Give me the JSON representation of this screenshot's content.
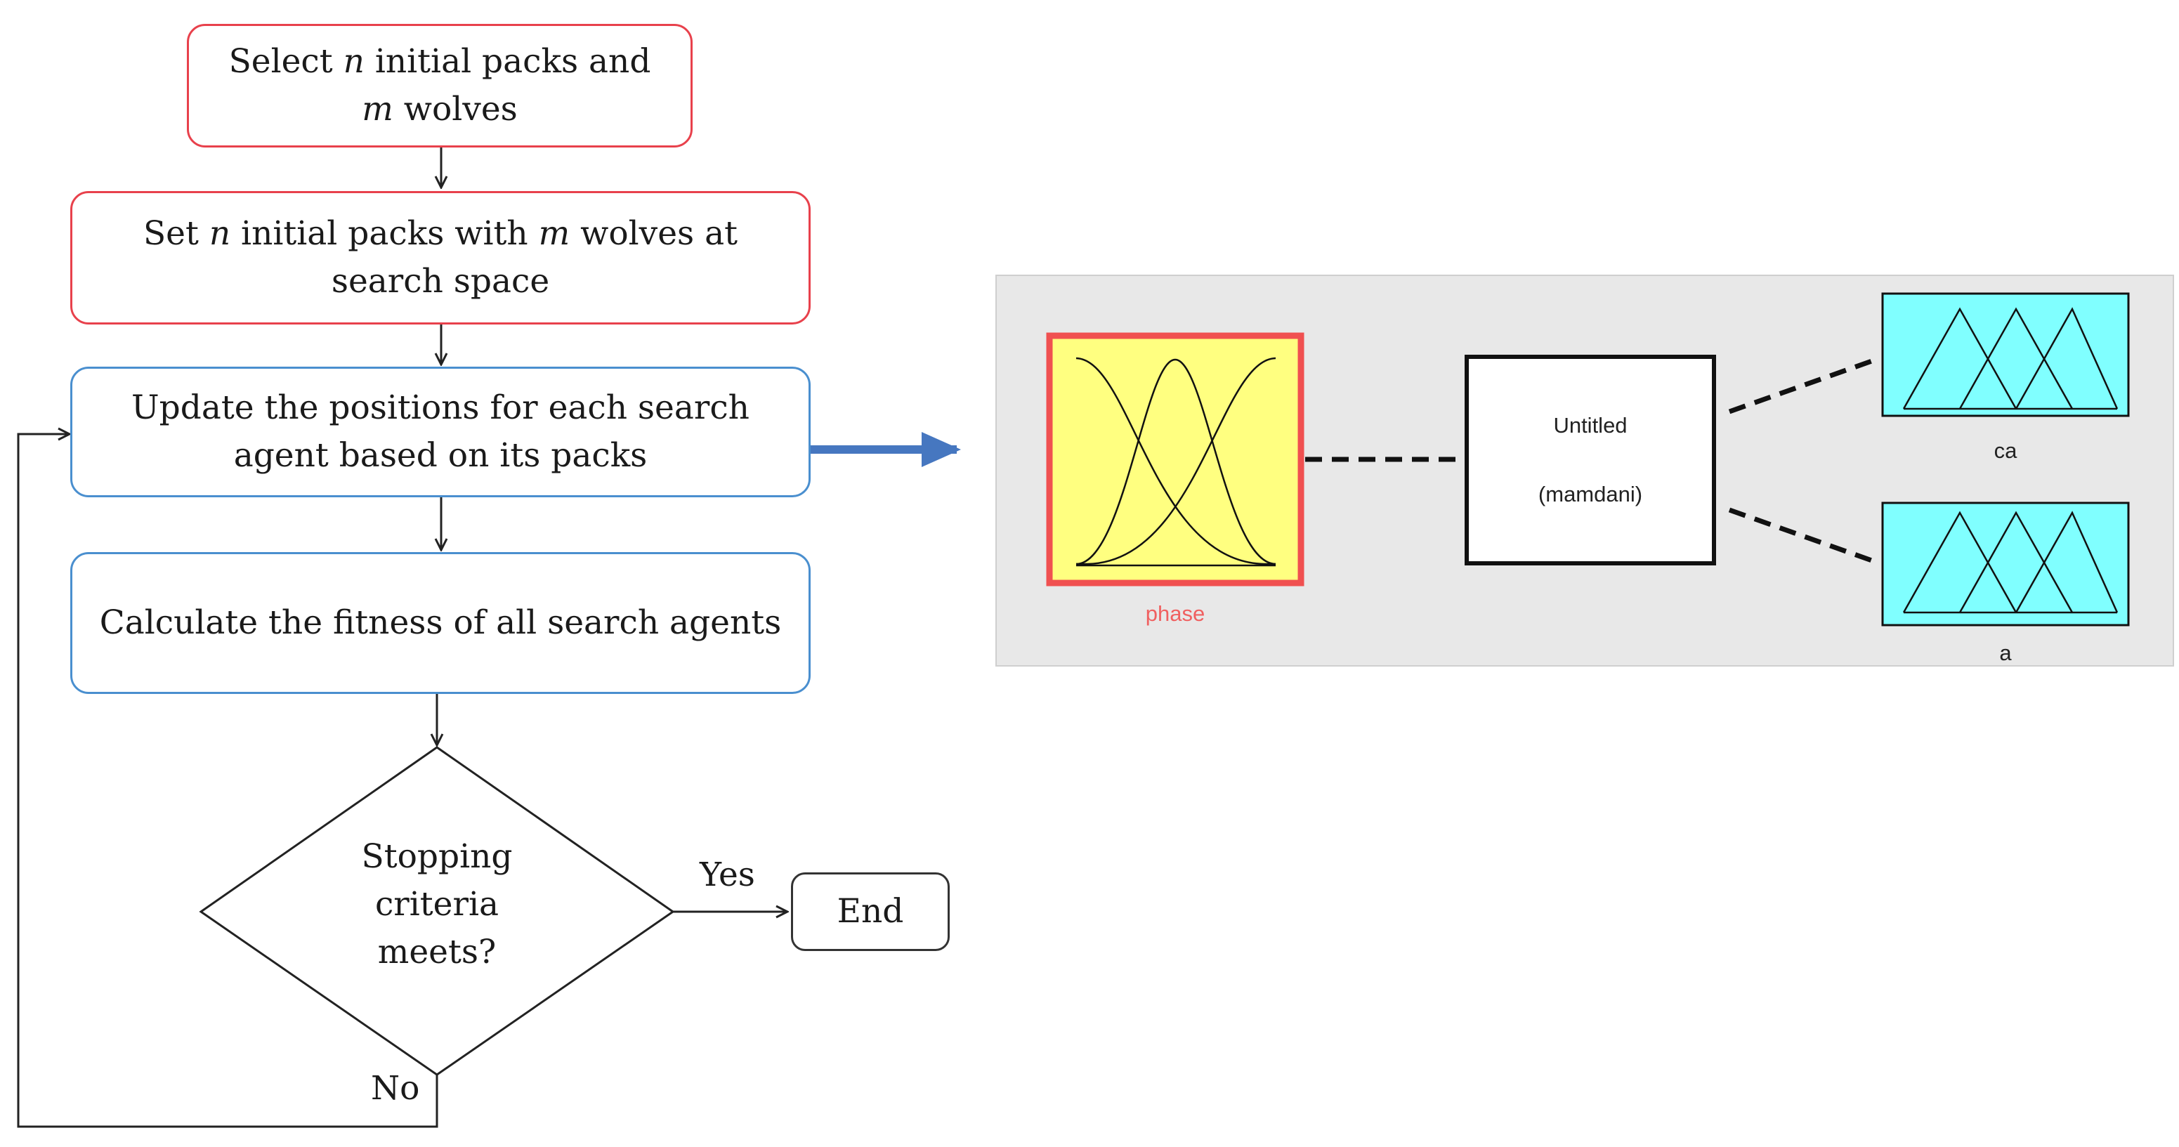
{
  "flowchart": {
    "step1": {
      "line1": "Select n initial packs and",
      "line2": "m wolves"
    },
    "step2": {
      "line1": "Set n initial packs with m wolves at",
      "line2": "search space"
    },
    "step3": {
      "line1": "Update the positions for each search",
      "line2": "agent based on its packs"
    },
    "step4": {
      "line1": "Calculate the fitness of all search agents"
    },
    "decision": {
      "line1": "Stopping",
      "line2": "criteria",
      "line3": "meets?"
    },
    "yes_label": "Yes",
    "no_label": "No",
    "end_label": "End"
  },
  "fis": {
    "input_label": "phase",
    "system_name": "Untitled",
    "system_type": "(mamdani)",
    "outputs": [
      {
        "label": "ca"
      },
      {
        "label": "a"
      }
    ],
    "colors": {
      "panel_bg": "#e8e8e8",
      "input_fill": "#ffff80",
      "input_border": "#f05050",
      "output_fill": "#80ffff",
      "input_label_color": "#f06060"
    }
  }
}
